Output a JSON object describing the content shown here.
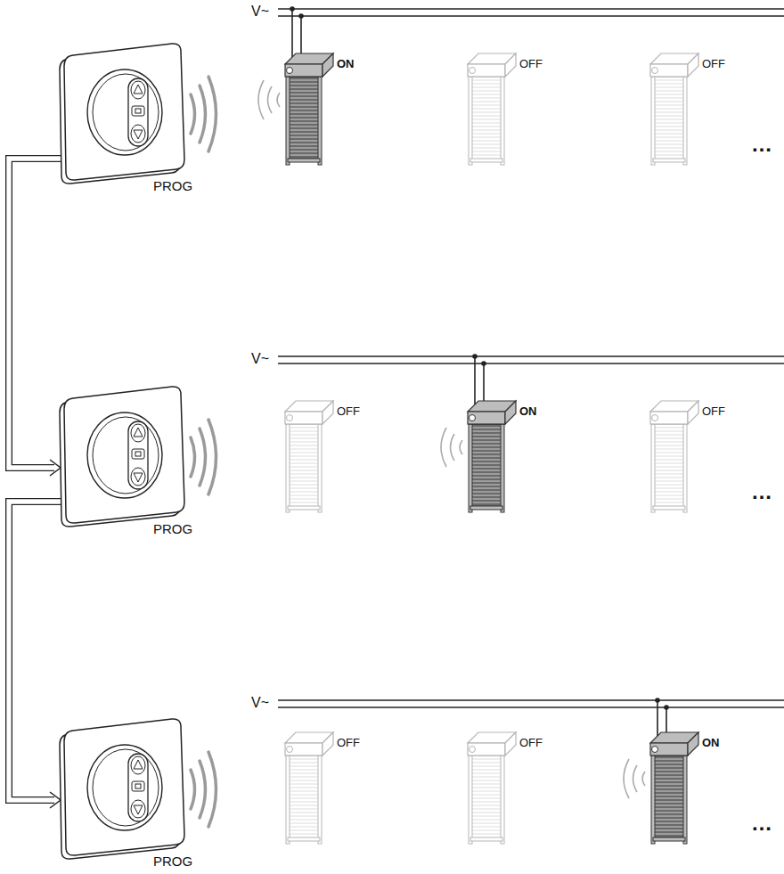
{
  "diagram": {
    "nodes": [
      {
        "text": [
          "PROG"
        ]
      },
      {
        "text": [
          "PROG"
        ]
      },
      {
        "text": [
          "PROG"
        ]
      }
    ],
    "edges": [
      {
        "from": 0,
        "to": 1,
        "arrow": "to"
      },
      {
        "from": 1,
        "to": 2,
        "arrow": "to"
      }
    ],
    "labels": [
      "V~",
      "ON",
      "OFF",
      "OFF",
      "…",
      "V~",
      "OFF",
      "ON",
      "OFF",
      "…",
      "V~",
      "OFF",
      "OFF",
      "ON",
      "…"
    ]
  }
}
